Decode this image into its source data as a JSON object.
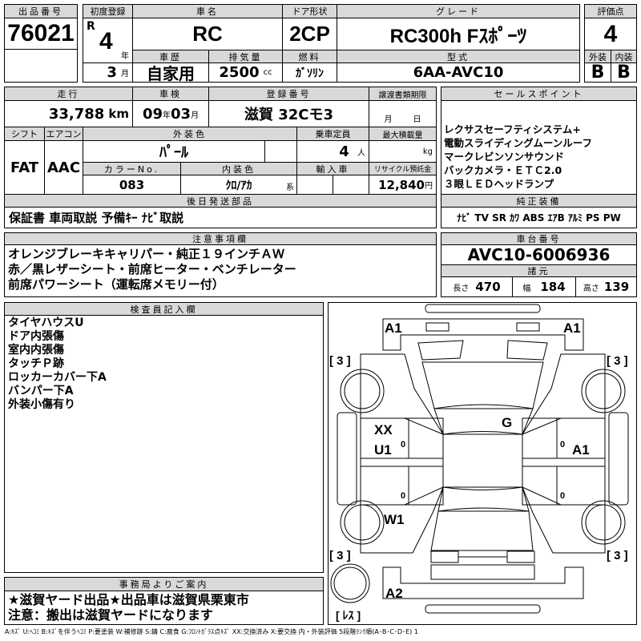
{
  "lot": {
    "label": "出品番号",
    "number": "76021"
  },
  "first_reg": {
    "label": "初度登録",
    "era": "R",
    "year": "4",
    "year_unit": "年",
    "month": "3",
    "month_unit": "月"
  },
  "car_name": {
    "label": "車名",
    "value": "RC"
  },
  "door": {
    "label": "ドア形状",
    "value": "2CP"
  },
  "grade": {
    "label": "グレード",
    "value": "RC300h Fｽﾎﾟｰﾂ"
  },
  "history": {
    "label": "車歴",
    "value": "自家用"
  },
  "displacement": {
    "label": "排気量",
    "value": "2500",
    "unit": "cc"
  },
  "fuel": {
    "label": "燃料",
    "value": "ｶﾞｿﾘﾝ"
  },
  "model": {
    "label": "型式",
    "value": "6AA-AVC10"
  },
  "score": {
    "label": "評価点",
    "value": "4",
    "ext_label": "外装",
    "int_label": "内装",
    "ext": "B",
    "int": "B"
  },
  "mileage": {
    "label": "走行",
    "value": "33,788",
    "unit": "km"
  },
  "inspection": {
    "label": "車検",
    "year": "09",
    "year_unit": "年",
    "month": "03",
    "month_unit": "月"
  },
  "plate": {
    "label": "登録番号",
    "value": "滋賀 32Cモ3"
  },
  "transfer": {
    "label": "譲渡書類期限",
    "month_unit": "月",
    "day_unit": "日"
  },
  "shift": {
    "label": "シフト",
    "value": "FAT"
  },
  "ac": {
    "label": "エアコン",
    "value": "AAC"
  },
  "ext_color": {
    "label": "外装色",
    "value": "ﾊﾟｰﾙ"
  },
  "capacity": {
    "label": "乗車定員",
    "value": "4",
    "unit": "人"
  },
  "max_load": {
    "label": "最大積載量",
    "unit": "kg"
  },
  "color_no": {
    "label": "カラーNo.",
    "value": "083"
  },
  "int_color": {
    "label": "内装色",
    "value": "ｸﾛ/ｱｶ",
    "unit": "系"
  },
  "import": {
    "label": "輸入車"
  },
  "recycle": {
    "label": "リサイクル預託金",
    "value": "12,840",
    "unit": "円"
  },
  "later_parts": {
    "label": "後日発送部品",
    "value": "保証書 車両取説 予備ｷｰ ﾅﾋﾞ取説"
  },
  "sales_points": {
    "label": "セールスポイント",
    "items": [
      "レクサスセーフティシステム+",
      "電動スライディングムーンルーフ",
      "マークレビンソンサウンド",
      "バックカメラ・ＥＴＣ2.0",
      "３眼ＬＥＤヘッドランプ"
    ]
  },
  "equipment": {
    "label": "純正装備",
    "value": "ﾅﾋﾞ TV SR ｶﾜ ABS ｴｱB ｱﾙﾐ PS PW"
  },
  "notes": {
    "label": "注意事項欄",
    "lines": [
      "オレンジブレーキキャリパー・純正１９インチＡＷ",
      "赤／黒レザーシート・前席ヒーター・ベンチレーター",
      "前席パワーシート（運転席メモリー付）"
    ]
  },
  "chassis": {
    "label": "車台番号",
    "value": "AVC10-6006936"
  },
  "specs": {
    "label": "諸元",
    "length_label": "長さ",
    "length": "470",
    "width_label": "幅",
    "width": "184",
    "height_label": "高さ",
    "height": "139"
  },
  "inspector": {
    "label": "検査員記入欄",
    "lines": [
      "タイヤハウスU",
      "ドア内張傷",
      "室内内張傷",
      "タッチＰ跡",
      "ロッカーカバー下A",
      "バンパー下A",
      "外装小傷有り"
    ]
  },
  "office": {
    "label": "事務局よりご案内",
    "lines": [
      "★滋賀ヤード出品★出品車は滋賀県栗東市",
      "注意：搬出は滋賀ヤードになります"
    ]
  },
  "diagram": {
    "marks": {
      "front_left": "A1",
      "front_right": "A1",
      "left_door": "XX",
      "left_door2": "U1",
      "windshield": "G",
      "right_door": "A1",
      "left_rear": "W1",
      "rear": "A2",
      "tire_fl": "[ 3 ]",
      "tire_fr": "[ 3 ]",
      "tire_rl": "[ 3 ]",
      "tire_rr": "[ 3 ]",
      "spare": "[ ﾚｽ ]",
      "z": "0"
    }
  },
  "legend": "A:ｷｽﾞ U:ﾍｺﾐ B:ｷｽﾞを伴うﾍｺﾐ P:要塗装 W:補修跡 S:錆 C:腐食 G:ﾌﾛﾝﾄｶﾞﾗｽ点ｷｽﾞ XX:交換済み X:要交換 内・外装評価 5段階ﾗﾝｸ順(A･B･C･D･E) 1"
}
